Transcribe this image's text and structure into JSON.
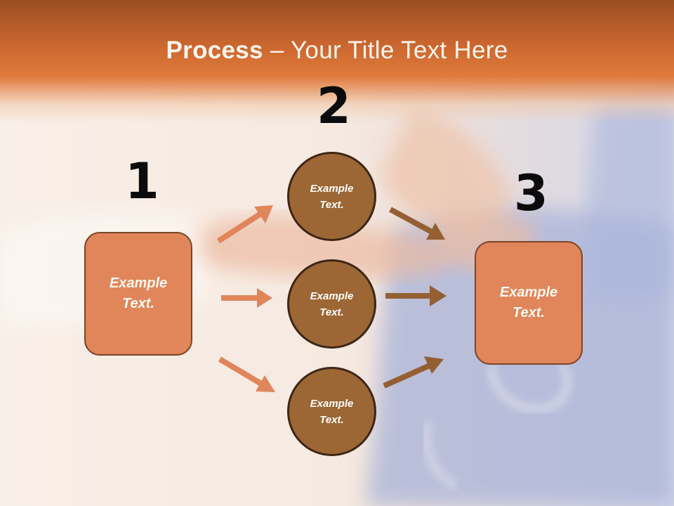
{
  "title": {
    "bold": "Process",
    "rest": " – Your Title Text Here"
  },
  "steps": {
    "one": "1",
    "two": "2",
    "three": "3"
  },
  "left_box": {
    "label": "Example\nText."
  },
  "circles": [
    {
      "label": "Example\nText."
    },
    {
      "label": "Example\nText."
    },
    {
      "label": "Example\nText."
    }
  ],
  "right_box": {
    "label": "Example\nText."
  },
  "colors": {
    "title_bar": "#d0692f",
    "box_fill": "#e0865a",
    "circle_fill": "#9c6735",
    "left_arrow": "#e0865a",
    "right_arrow": "#946033",
    "background_scrubs": "#5a74b8"
  }
}
